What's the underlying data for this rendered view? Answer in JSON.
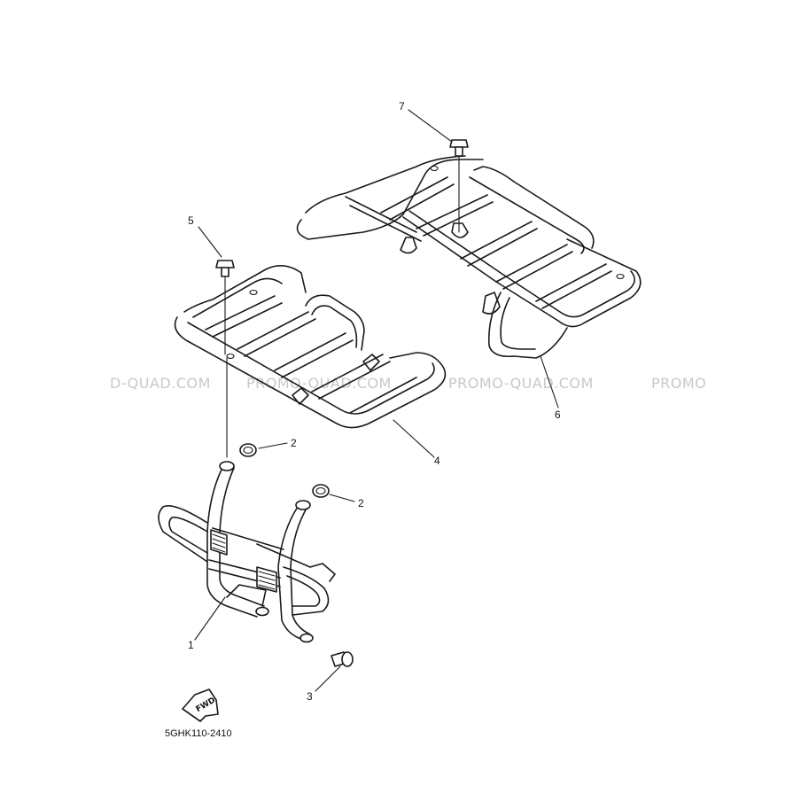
{
  "watermark": {
    "segments": [
      "D-QUAD.COM",
      "PROMO-QUAD.COM",
      "PROMO-QUAD.COM",
      "PROMO"
    ]
  },
  "callouts": [
    {
      "id": "1",
      "label": "1"
    },
    {
      "id": "2a",
      "label": "2"
    },
    {
      "id": "2b",
      "label": "2"
    },
    {
      "id": "3",
      "label": "3"
    },
    {
      "id": "4",
      "label": "4"
    },
    {
      "id": "5",
      "label": "5"
    },
    {
      "id": "6",
      "label": "6"
    },
    {
      "id": "7",
      "label": "7"
    }
  ],
  "fwd_label": "FWD",
  "diagram_code": "5GHK110-2410"
}
